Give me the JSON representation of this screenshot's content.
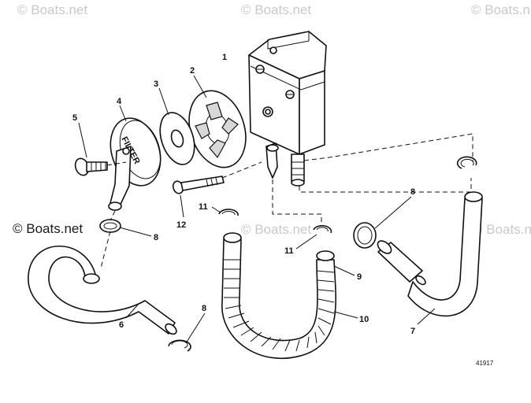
{
  "watermark": {
    "text": "© Boats.net"
  },
  "figure_number": "41917",
  "filter_text": "FILTER",
  "callouts": {
    "c1": "1",
    "c2": "2",
    "c3": "3",
    "c4": "4",
    "c5": "5",
    "c6": "6",
    "c7": "7",
    "c8a": "8",
    "c8b": "8",
    "c8c": "8",
    "c9": "9",
    "c10": "10",
    "c11a": "11",
    "c11b": "11",
    "c12": "12"
  }
}
